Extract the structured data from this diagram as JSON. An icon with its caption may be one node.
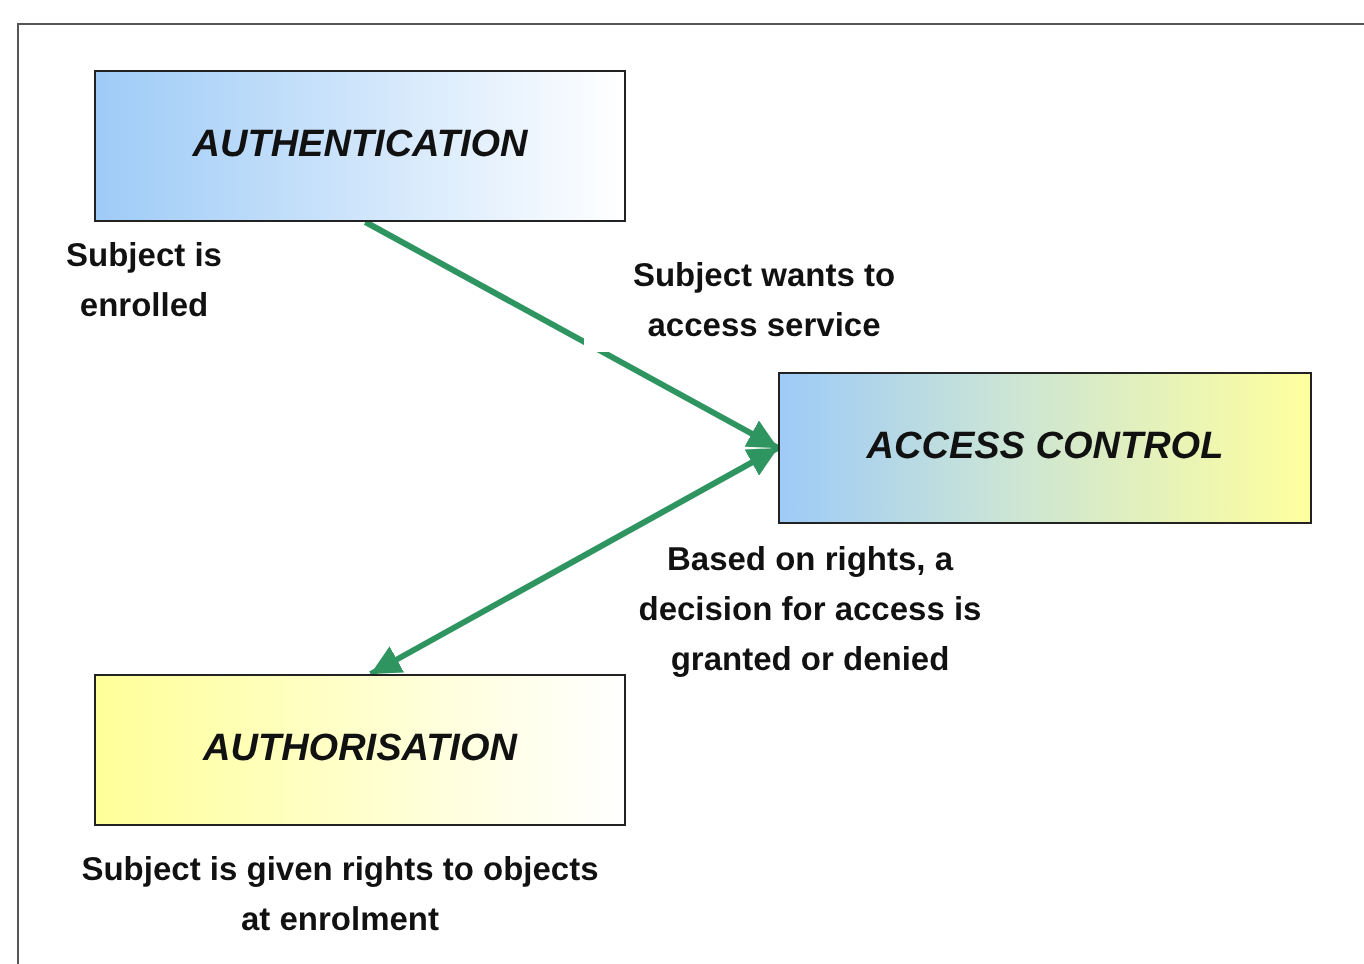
{
  "diagram": {
    "nodes": [
      {
        "text": [
          "AUTHENTICATION"
        ],
        "beside": [
          "Subject is enrolled"
        ]
      },
      {
        "text": [
          "ACCESS CONTROL"
        ],
        "beside": [
          "Based on rights, a decision for access is granted or denied"
        ]
      },
      {
        "text": [
          "AUTHORISATION"
        ],
        "beside": [
          "Subject is given rights to objects at enrolment"
        ]
      }
    ],
    "edges": [
      {
        "from": 0,
        "to": 1,
        "arrow": "to",
        "label": "Subject wants to access service"
      },
      {
        "from": 1,
        "to": 2,
        "arrow": "both"
      }
    ]
  }
}
